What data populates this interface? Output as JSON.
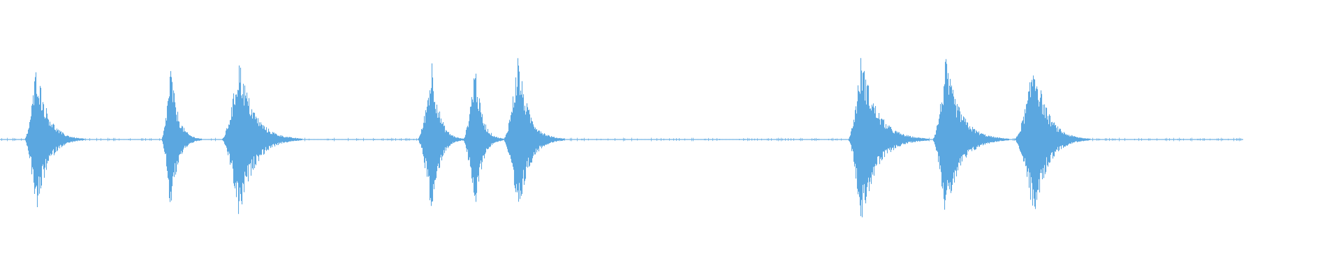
{
  "waveform": {
    "color": "#5ba7e0",
    "baseline_color": "#5ba7e0",
    "bursts": [
      {
        "name": "burst-1",
        "start": 0.018,
        "peak_time": 0.027,
        "end": 0.062,
        "peak_level": 0.92
      },
      {
        "name": "burst-2",
        "start": 0.12,
        "peak_time": 0.127,
        "end": 0.15,
        "peak_level": 0.88
      },
      {
        "name": "burst-3",
        "start": 0.165,
        "peak_time": 0.178,
        "end": 0.225,
        "peak_level": 0.96
      },
      {
        "name": "burst-4",
        "start": 0.311,
        "peak_time": 0.322,
        "end": 0.345,
        "peak_level": 0.95
      },
      {
        "name": "burst-5",
        "start": 0.345,
        "peak_time": 0.354,
        "end": 0.375,
        "peak_level": 0.93
      },
      {
        "name": "burst-6",
        "start": 0.375,
        "peak_time": 0.386,
        "end": 0.42,
        "peak_level": 0.99
      },
      {
        "name": "burst-7",
        "start": 0.632,
        "peak_time": 0.642,
        "end": 0.692,
        "peak_level": 1.0
      },
      {
        "name": "burst-8",
        "start": 0.695,
        "peak_time": 0.705,
        "end": 0.752,
        "peak_level": 0.94
      },
      {
        "name": "burst-9",
        "start": 0.756,
        "peak_time": 0.771,
        "end": 0.812,
        "peak_level": 0.97
      }
    ],
    "signal_end": 0.927
  }
}
